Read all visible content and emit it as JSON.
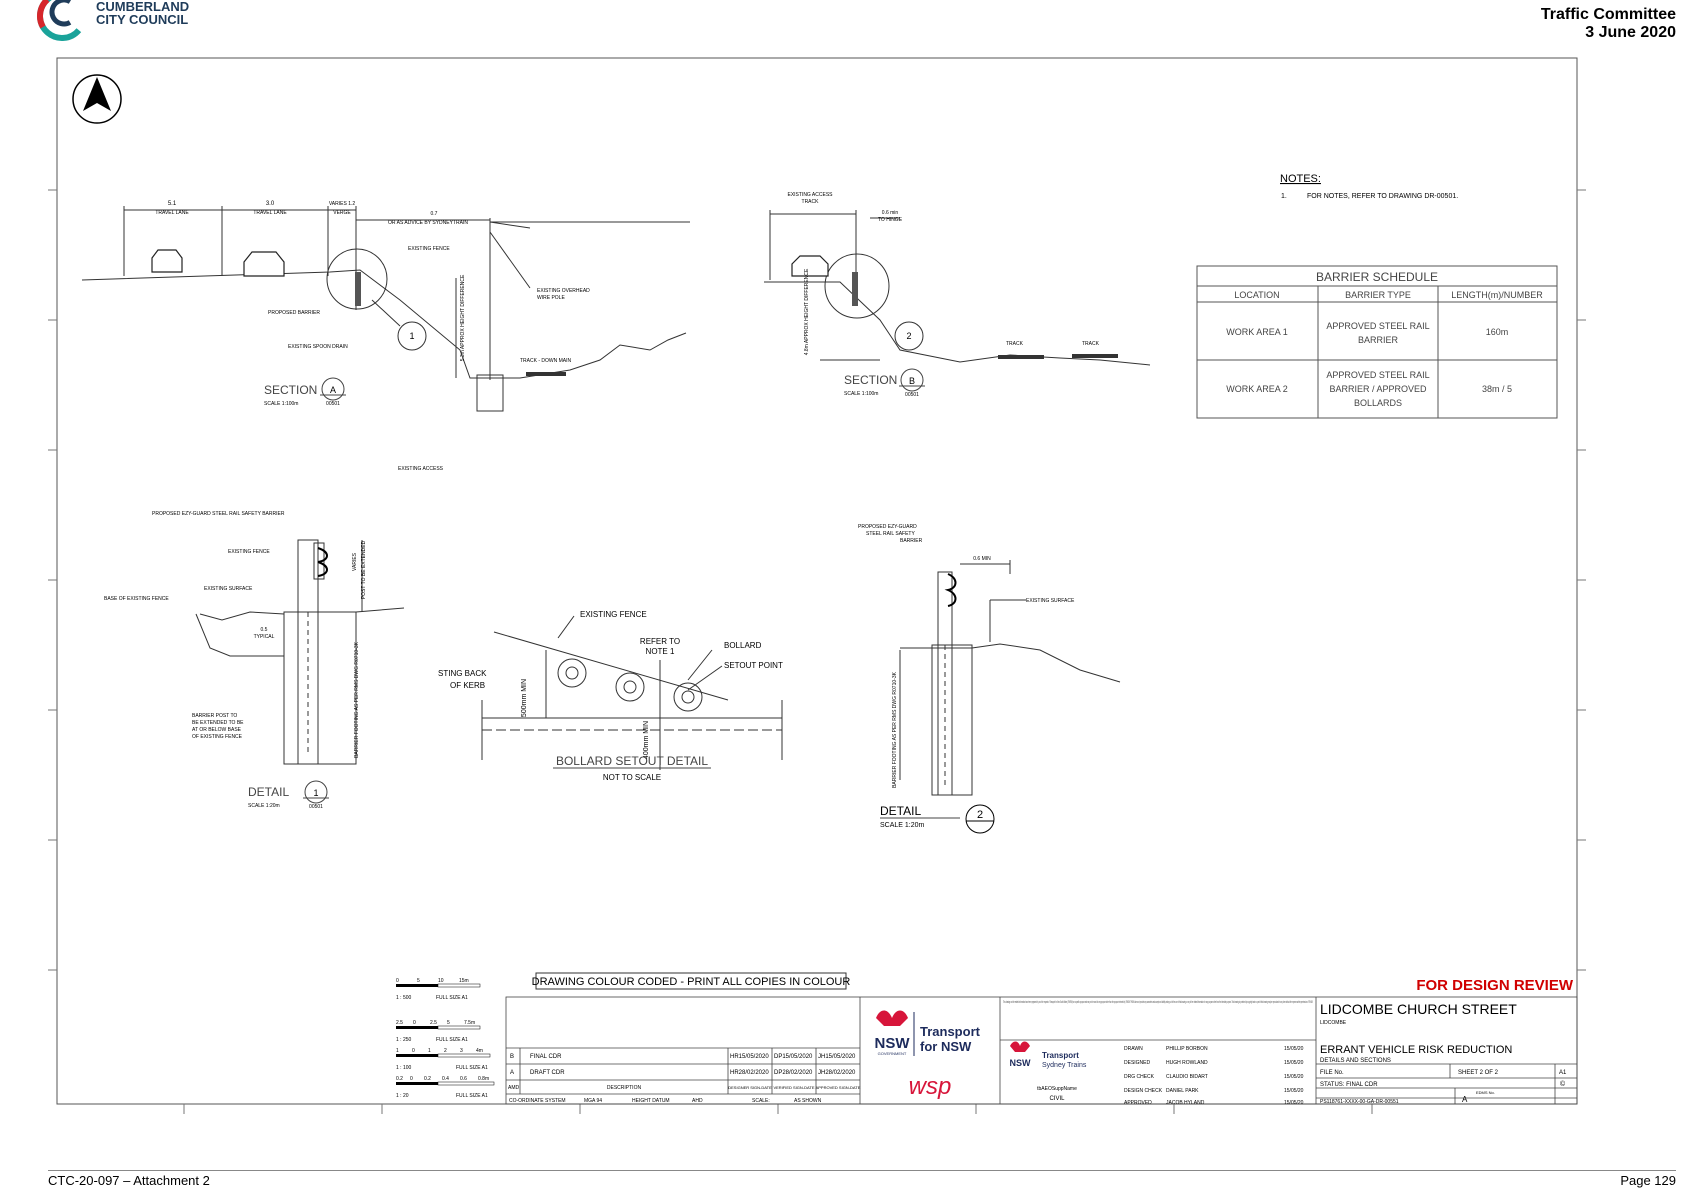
{
  "header": {
    "council_name_line1": "CUMBERLAND",
    "council_name_line2": "CITY COUNCIL",
    "committee": "Traffic Committee",
    "date": "3 June 2020"
  },
  "footer": {
    "left": "CTC-20-097 – Attachment 2",
    "right": "Page 129"
  },
  "colors": {
    "logo_teal": "#1aa39a",
    "logo_red": "#d6262b",
    "review_red": "#d00000",
    "nsw_red": "#d7153a",
    "tfnsw_navy": "#1d2b5c"
  },
  "drawing": {
    "north": "N",
    "notes_title": "NOTES:",
    "notes_1_num": "1.",
    "notes_1": "FOR NOTES, REFER TO DRAWING DR-00501.",
    "schedule": {
      "title": "BARRIER SCHEDULE",
      "headers": [
        "LOCATION",
        "BARRIER TYPE",
        "LENGTH(m)/NUMBER"
      ],
      "rows": [
        {
          "location": "WORK AREA 1",
          "type_l1": "APPROVED STEEL RAIL",
          "type_l2": "BARRIER",
          "type_l3": "",
          "length": "160m"
        },
        {
          "location": "WORK AREA 2",
          "type_l1": "APPROVED STEEL RAIL",
          "type_l2": "BARRIER / APPROVED",
          "type_l3": "BOLLARDS",
          "length": "38m / 5"
        }
      ]
    },
    "section_a": {
      "title": "SECTION",
      "id": "A",
      "scale": "SCALE 1:100m",
      "ref": "00501",
      "dim1": "5.1",
      "lane1": "TRAVEL LANE",
      "dim2": "3.0",
      "lane2": "TRAVEL LANE",
      "verge": "VARIES 1.2",
      "verge2": "VERGE",
      "dim3": "0.7",
      "advice": "OR AS ADVICE BY SYDNEYTRAIN",
      "fence": "EXISTING FENCE",
      "barrier": "PROPOSED BARRIER",
      "drain": "EXISTING SPOON DRAIN",
      "pole1": "EXISTING OVERHEAD",
      "pole2": "WIRE POLE",
      "height": "5.3m APPROX HEIGHT DIFFERENCE",
      "track": "TRACK - DOWN MAIN",
      "callout": "1"
    },
    "section_b": {
      "title": "SECTION",
      "id": "B",
      "scale": "SCALE 1:100m",
      "ref": "00501",
      "access1": "EXISTING ACCESS",
      "access2": "TRACK",
      "dim": "0.6 min",
      "hinge": "TO HINGE",
      "height": "4.8m APPROX HEIGHT DIFFERENCE",
      "track1": "TRACK",
      "track2": "TRACK",
      "callout": "2"
    },
    "existing_access": "EXISTING ACCESS",
    "detail_1": {
      "title": "DETAIL",
      "id": "1",
      "scale": "SCALE 1:20m",
      "ref": "00501",
      "barrier": "PROPOSED EZY-GUARD STEEL RAIL SAFETY BARRIER",
      "fence": "EXISTING FENCE",
      "surface": "EXISTING SURFACE",
      "base": "BASE OF EXISTING FENCE",
      "dim": "0.5",
      "typical": "TYPICAL",
      "post1": "BARRIER POST TO",
      "post2": "BE EXTENDED TO BE",
      "post3": "AT OR BELOW BASE",
      "post4": "OF EXISTING FENCE",
      "varies": "VARIES",
      "extended": "POST TO BE EXTENDED",
      "footing": "BARRIER FOOTING AS PER RMS DWG R0710-3K"
    },
    "bollard": {
      "title": "BOLLARD SETOUT DETAIL",
      "nts": "NOT TO SCALE",
      "fence": "EXISTING FENCE",
      "refer1": "REFER TO",
      "refer2": "NOTE 1",
      "bollard": "BOLLARD",
      "setout": "SETOUT POINT",
      "kerb1": "STING BACK",
      "kerb2": "OF KERB",
      "dim1": "500mm MIN",
      "dim2": "400mm MIN"
    },
    "detail_2": {
      "title": "DETAIL",
      "id": "2",
      "scale": "SCALE 1:20m",
      "barrier1": "PROPOSED EZY-GUARD",
      "barrier2": "STEEL RAIL SAFETY",
      "barrier3": "BARRIER",
      "dim": "0.6 MIN",
      "surface": "EXISTING SURFACE",
      "footing": "BARRIER FOOTING AS PER RMS DWG R0710-3K"
    },
    "scales": [
      {
        "ratio": "1 : 500",
        "size": "FULL SIZE A1",
        "ticks": [
          "0",
          "5",
          "10",
          "15m"
        ]
      },
      {
        "ratio": "1 : 250",
        "size": "FULL SIZE A1",
        "ticks": [
          "2.5",
          "0",
          "2.5",
          "5",
          "7.5m"
        ]
      },
      {
        "ratio": "1 : 100",
        "size": "FULL SIZE A1",
        "ticks": [
          "1",
          "0",
          "1",
          "2",
          "3",
          "4m"
        ]
      },
      {
        "ratio": "1 : 20",
        "size": "FULL SIZE A1",
        "ticks": [
          "0.2",
          "0",
          "0.2",
          "0.4",
          "0.6",
          "0.8m"
        ]
      }
    ],
    "colour_note": "DRAWING COLOUR CODED - PRINT ALL COPIES IN COLOUR",
    "review": "FOR DESIGN REVIEW",
    "revisions": [
      {
        "rev": "B",
        "desc": "FINAL CDR",
        "d1": "HR15/05/2020",
        "d2": "DP15/05/2020",
        "d3": "JH15/05/2020"
      },
      {
        "rev": "A",
        "desc": "DRAFT CDR",
        "d1": "HR28/02/2020",
        "d2": "DP28/02/2020",
        "d3": "JH28/02/2020"
      }
    ],
    "rev_headers": {
      "amd": "AMD",
      "desc": "DESCRIPTION",
      "h1": "DESIGNER SIGN-DATE",
      "h2": "VERIFIED SIGN-DATE",
      "h3": "APPROVED SIGN-DATE"
    },
    "coords": {
      "label": "CO-ORDINATE SYSTEM",
      "value": "MGA 94",
      "datum_label": "HEIGHT DATUM",
      "datum": "AHD",
      "scale_label": "SCALE:",
      "scale": "AS SHOWN"
    },
    "logos": {
      "nsw": "NSW",
      "gov": "GOVERNMENT",
      "tfnsw1": "Transport",
      "tfnsw2": "for NSW",
      "wsp": "wsp",
      "st1": "Transport",
      "st2": "Sydney Trains",
      "supplier": "tbAEOSuppName",
      "civil": "CIVIL"
    },
    "disclaimer": "This drawing and the related information have been prepared by or at the request of Transport for New South Wales (TfNSW) for a specific purpose and may not be used for any purpose other than the purpose intended by TfNSW. TfNSW does not provide any warranties and accepts no liability arising out of the use of this drawing or any of the related information for any purpose other than the intended purpose. This drawing is protected by copyright and no part of this drawing may be reproduced in any form without the express written permission of TfNSW.",
    "signoffs": [
      {
        "role": "DRAWN",
        "name": "PHILLIP BORBON",
        "date": "15/05/20"
      },
      {
        "role": "DESIGNED",
        "name": "HUGH ROWLAND",
        "date": "15/05/20"
      },
      {
        "role": "DRG CHECK",
        "name": "CLAUDIO BIDART",
        "date": "15/05/20"
      },
      {
        "role": "DESIGN CHECK",
        "name": "DANIEL PARK",
        "date": "15/05/20"
      },
      {
        "role": "APPROVED",
        "name": "JACOB HYLAND",
        "date": "15/05/20"
      }
    ],
    "title_block": {
      "project": "LIDCOMBE   CHURCH STREET",
      "suburb": "LIDCOMBE",
      "title1": "ERRANT VEHICLE RISK REDUCTION",
      "title2": "DETAILS AND SECTIONS",
      "file_no": "FILE No.",
      "sheet": "SHEET  2  OF  2",
      "size": "A1",
      "status": "STATUS: FINAL CDR",
      "copyright": "©",
      "drg_no": "PS118761-XXXX-00-GA-DR-00551",
      "rev": "A",
      "edms": "EDMS No."
    }
  }
}
